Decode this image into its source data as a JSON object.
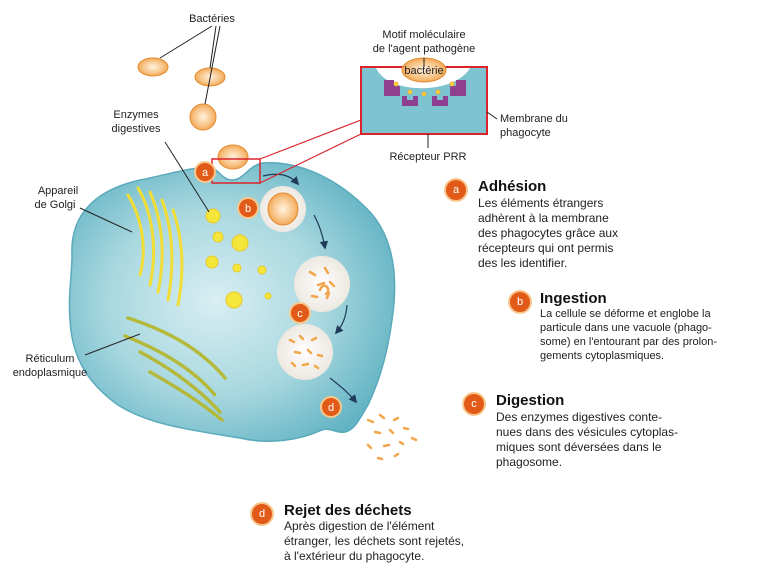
{
  "labels": {
    "bacteries": "Bactéries",
    "enzymes_line1": "Enzymes",
    "enzymes_line2": "digestives",
    "golgi_line1": "Appareil",
    "golgi_line2": "de Golgi",
    "reticulum_line1": "Réticulum",
    "reticulum_line2": "endoplasmique",
    "motif_line1": "Motif moléculaire",
    "motif_line2": "de l'agent pathogène",
    "bacterie_inset": "bactérie",
    "membrane_line1": "Membrane du",
    "membrane_line2": "phagocyte",
    "recepteur": "Récepteur PRR"
  },
  "badges": {
    "a": "a",
    "b": "b",
    "c": "c",
    "d": "d"
  },
  "steps": {
    "a": {
      "title": "Adhésion",
      "lines": [
        "Les éléments étrangers",
        "adhèrent à la membrane",
        "des phagocytes grâce aux",
        "récepteurs qui ont permis",
        "des les identifier."
      ]
    },
    "b": {
      "title": "Ingestion",
      "lines": [
        "La cellule se déforme et englobe la",
        "particule dans une vacuole (phago-",
        "some) en l'entourant par des prolon-",
        "gements cytoplasmiques."
      ]
    },
    "c": {
      "title": "Digestion",
      "lines": [
        "Des enzymes digestives conte-",
        "nues dans des vésicules cytoplas-",
        "miques sont déversées dans le",
        "phagosome."
      ]
    },
    "d": {
      "title": "Rejet des déchets",
      "lines": [
        "Après digestion de l'élément",
        "étranger, les déchets sont rejetés,",
        "à l'extérieur du phagocyte."
      ]
    }
  },
  "colors": {
    "cell": "#7ec3d0",
    "badge": "#e25a17",
    "bacterium": "#f2a54a",
    "receptor": "#8e3f8f",
    "inset_border": "#d9242b",
    "vesicle": "#f4e63a",
    "reticulum": "#b5b93a"
  }
}
